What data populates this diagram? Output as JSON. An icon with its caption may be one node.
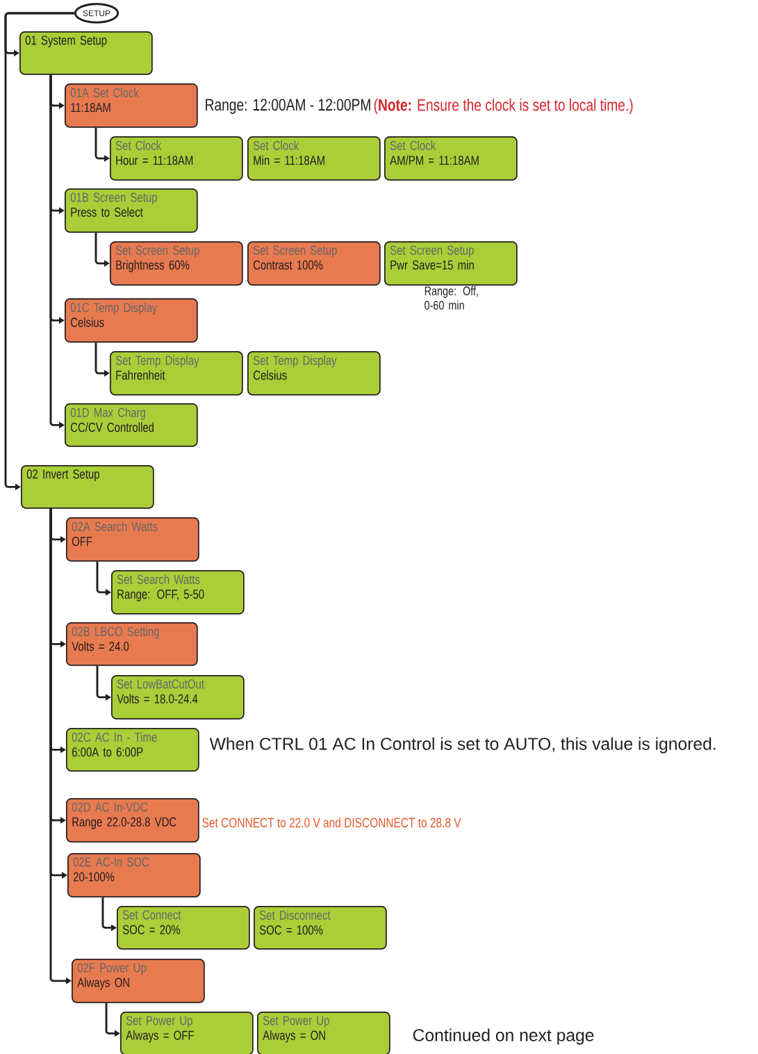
{
  "diagram": {
    "nodes": [
      {
        "text": [
          "SETUP"
        ]
      },
      {
        "text": [
          "01 System Setup"
        ]
      },
      {
        "text": [
          "01A Set Clock",
          "11:18AM"
        ],
        "beside": [
          "Range: 12:00AM - 12:00PM",
          "(**Note:** Ensure the clock is set to local time.)"
        ]
      },
      {
        "text": [
          "Set Clock",
          "Hour = 11:18AM"
        ]
      },
      {
        "text": [
          "Set Clock",
          "Min = 11:18AM"
        ]
      },
      {
        "text": [
          "Set Clock",
          "AM/PM = 11:18AM"
        ]
      },
      {
        "text": [
          "01B Screen Setup",
          "Press to Select"
        ]
      },
      {
        "text": [
          "Set Screen Setup",
          "Brightness 60%"
        ]
      },
      {
        "text": [
          "Set Screen Setup",
          "Contrast 100%"
        ]
      },
      {
        "text": [
          "Set Screen Setup",
          "Pwr Save=15 min"
        ],
        "beside": [
          "Range: Off, 0-60 min"
        ]
      },
      {
        "text": [
          "01C Temp Display",
          "Celsius"
        ]
      },
      {
        "text": [
          "Set Temp Display",
          "Fahrenheit"
        ]
      },
      {
        "text": [
          "Set Temp Display",
          "Celsius"
        ]
      },
      {
        "text": [
          "01D Max Charg",
          "CC/CV Controlled"
        ]
      },
      {
        "text": [
          "02 Invert Setup"
        ]
      },
      {
        "text": [
          "02A Search Watts",
          "OFF"
        ]
      },
      {
        "text": [
          "Set Search Watts",
          "Range: OFF, 5-50"
        ]
      },
      {
        "text": [
          "02B LBCO Setting",
          "Volts = 24.0"
        ]
      },
      {
        "text": [
          "Set LowBatCutOut",
          "Volts = 18.0-24.4"
        ]
      },
      {
        "text": [
          "02C AC In - Time",
          "6:00A to 6:00P"
        ],
        "beside": [
          "When CTRL 01 AC In Control is set to AUTO, this value is ignored."
        ]
      },
      {
        "text": [
          "02D AC In-VDC",
          "Range 22.0-28.8 VDC"
        ],
        "beside": [
          "Set CONNECT to 22.0 V and DISCONNECT to 28.8 V"
        ]
      },
      {
        "text": [
          "02E AC-In SOC",
          "20-100%"
        ]
      },
      {
        "text": [
          "Set Connect",
          "SOC = 20%"
        ]
      },
      {
        "text": [
          "Set Disconnect",
          "SOC = 100%"
        ]
      },
      {
        "text": [
          "02F Power Up",
          "Always ON"
        ]
      },
      {
        "text": [
          "Set Power Up",
          "Always = OFF"
        ]
      },
      {
        "text": [
          "Set Power Up",
          "Always = ON"
        ]
      }
    ],
    "edges": [
      {
        "from": 0,
        "to": 1,
        "arrow": "to"
      },
      {
        "from": 0,
        "to": 14,
        "arrow": "to"
      },
      {
        "from": 1,
        "to": 2,
        "arrow": "to"
      },
      {
        "from": 2,
        "to": 3,
        "arrow": "to"
      },
      {
        "from": 1,
        "to": 6,
        "arrow": "to"
      },
      {
        "from": 6,
        "to": 7,
        "arrow": "to"
      },
      {
        "from": 1,
        "to": 10,
        "arrow": "to"
      },
      {
        "from": 10,
        "to": 11,
        "arrow": "to"
      },
      {
        "from": 1,
        "to": 13,
        "arrow": "to"
      },
      {
        "from": 14,
        "to": 15,
        "arrow": "to"
      },
      {
        "from": 15,
        "to": 16,
        "arrow": "to"
      },
      {
        "from": 14,
        "to": 17,
        "arrow": "to"
      },
      {
        "from": 17,
        "to": 18,
        "arrow": "to"
      },
      {
        "from": 14,
        "to": 19,
        "arrow": "to"
      },
      {
        "from": 14,
        "to": 20,
        "arrow": "to"
      },
      {
        "from": 14,
        "to": 21,
        "arrow": "to"
      },
      {
        "from": 21,
        "to": 22,
        "arrow": "to"
      },
      {
        "from": 14,
        "to": 24,
        "arrow": "to"
      },
      {
        "from": 24,
        "to": 25,
        "arrow": "to"
      }
    ],
    "labels": [
      "Continued on next page"
    ]
  }
}
